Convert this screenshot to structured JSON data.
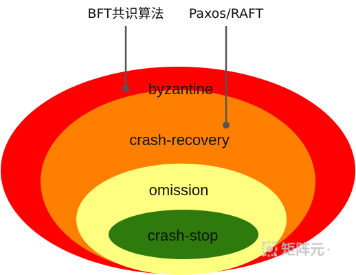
{
  "labels": {
    "bft": "BFT共识算法",
    "paxos": "Paxos/RAFT"
  },
  "layers": {
    "byzantine": "byzantine",
    "crash_recovery": "crash-recovery",
    "omission": "omission",
    "crash_stop": "crash-stop"
  },
  "watermark": {
    "text": "矩阵元",
    "icon": "gear-flower-icon"
  },
  "colors": {
    "byzantine": "#ff0000",
    "crash_recovery": "#ff8000",
    "omission": "#ffff80",
    "crash_stop": "#2e7a0c",
    "pointer": "#555555"
  }
}
